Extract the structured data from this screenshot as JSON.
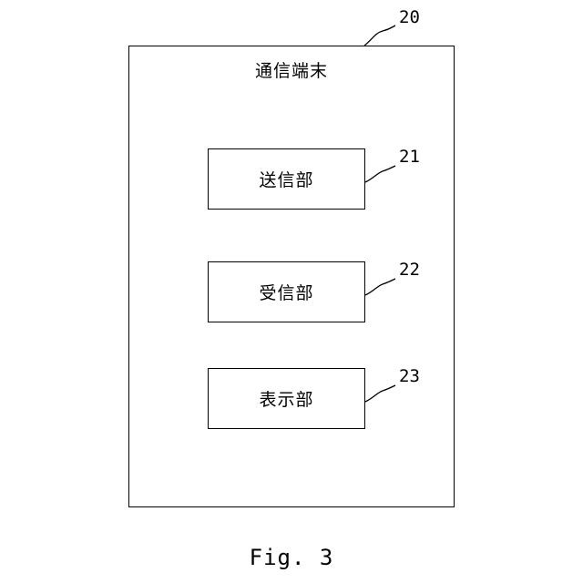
{
  "device": {
    "ref": "20",
    "title": "通信端末"
  },
  "units": [
    {
      "ref": "21",
      "label": "送信部"
    },
    {
      "ref": "22",
      "label": "受信部"
    },
    {
      "ref": "23",
      "label": "表示部"
    }
  ],
  "caption": "Fig. 3"
}
